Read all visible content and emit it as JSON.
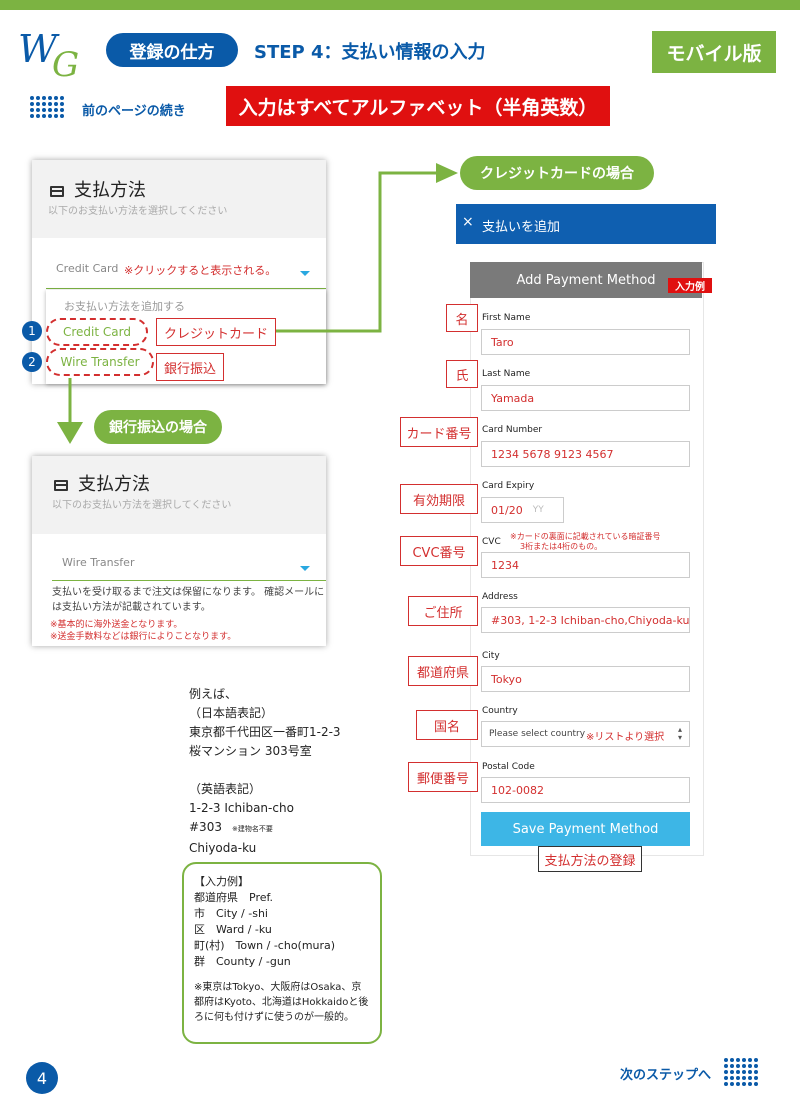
{
  "header": {
    "logo_text": "WG",
    "section_pill": "登録の仕方",
    "step_title": "STEP 4：支払い情報の入力",
    "mobile_badge": "モバイル版",
    "prev_page": "前のページの続き",
    "banner": "入力はすべてアルファベット（半角英数）"
  },
  "payment_panel": {
    "title": "支払方法",
    "subtitle": "以下のお支払い方法を選択してください",
    "select_value": "Credit Card",
    "select_note": "※クリックすると表示される。",
    "dropdown_header": "お支払い方法を追加する",
    "options": [
      {
        "num": "1",
        "label": "Credit Card",
        "jp": "クレジットカード"
      },
      {
        "num": "2",
        "label": "Wire Transfer",
        "jp": "銀行振込"
      }
    ]
  },
  "wire_section": {
    "pill": "銀行振込の場合",
    "title": "支払方法",
    "subtitle": "以下のお支払い方法を選択してください",
    "select_value": "Wire Transfer",
    "desc": "支払いを受け取るまで注文は保留になります。 確認メールには支払い方法が記載されています。",
    "note1": "※基本的に海外送金となります。",
    "note2": "※送金手数料などは銀行によりことなります。"
  },
  "credit_section": {
    "pill": "クレジットカードの場合",
    "mobile_header_close": "×",
    "mobile_header_title": "支払いを追加",
    "form_title": "Add Payment Method",
    "example_tag": "入力例",
    "fields": {
      "first_name": {
        "jp": "名",
        "label": "First Name",
        "value": "Taro"
      },
      "last_name": {
        "jp": "氏",
        "label": "Last Name",
        "value": "Yamada"
      },
      "card_number": {
        "jp": "カード番号",
        "label": "Card Number",
        "value": "1234 5678 9123 4567"
      },
      "card_expiry": {
        "jp": "有効期限",
        "label": "Card Expiry",
        "value": "01/20",
        "placeholder": "YY"
      },
      "cvc": {
        "jp": "CVC番号",
        "label": "CVC",
        "value": "1234",
        "note1": "※カードの裏面に記載されている暗証番号",
        "note2": "3桁または4桁のもの。"
      },
      "address": {
        "jp": "ご住所",
        "label": "Address",
        "value": "#303, 1-2-3 Ichiban-cho,Chiyoda-ku"
      },
      "city": {
        "jp": "都道府県",
        "label": "City",
        "value": "Tokyo"
      },
      "country": {
        "jp": "国名",
        "label": "Country",
        "value": "Please select country",
        "note": "※リストより選択"
      },
      "postal": {
        "jp": "郵便番号",
        "label": "Postal Code",
        "value": "102-0082"
      }
    },
    "save_button": "Save Payment Method",
    "save_caption": "支払方法の登録"
  },
  "example": {
    "lines": [
      "例えば、",
      "（日本語表記）",
      "東京都千代田区一番町1-2-3",
      "桜マンション 303号室",
      "",
      "（英語表記）",
      "1-2-3 Ichiban-cho",
      "#303",
      "Chiyoda-ku"
    ],
    "building_note": "※建物名不要"
  },
  "note_box": {
    "title": "【入力例】",
    "rows": [
      "都道府県　Pref.",
      "市　City / -shi",
      "区　Ward / -ku",
      "町(村)　Town / -cho(mura)",
      "群　County / -gun"
    ],
    "footer": "※東京はTokyo、大阪府はOsaka、京都府はKyoto、北海道はHokkaidoと後ろに何も付けずに使うのが一般的。"
  },
  "footer": {
    "page_number": "4",
    "next_step": "次のステップへ"
  },
  "colors": {
    "brand_blue": "#0a5aa8",
    "green": "#7cb342",
    "red": "#e01010",
    "button_cyan": "#3db6e6"
  }
}
